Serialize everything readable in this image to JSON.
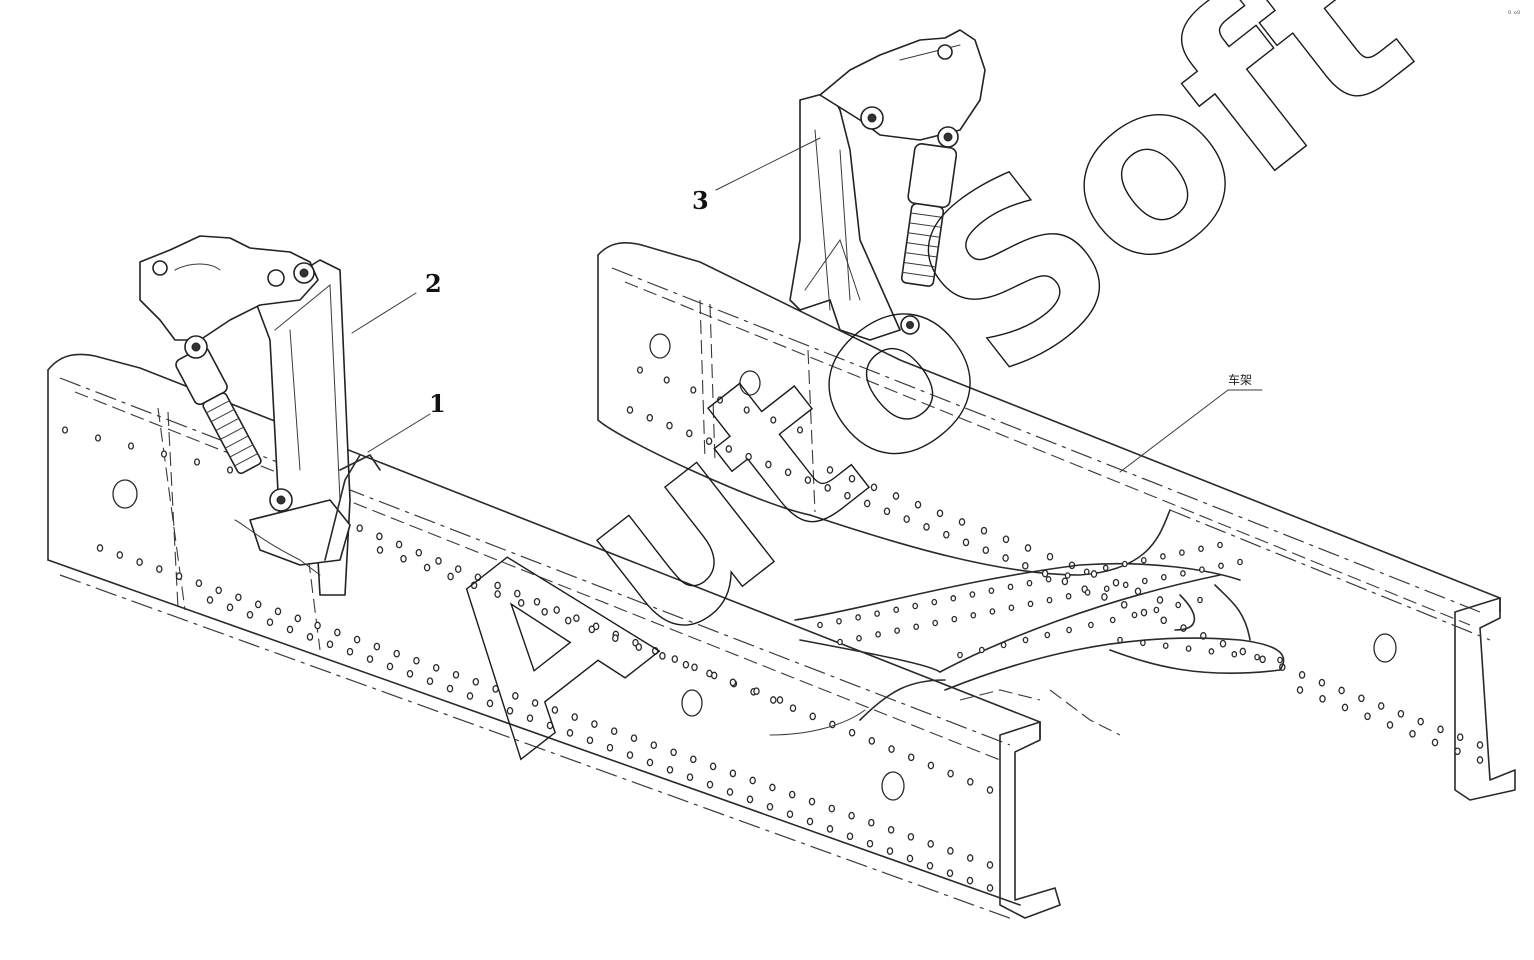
{
  "callouts": {
    "c1": "1",
    "c2": "2",
    "c3": "3"
  },
  "frame_label": "车架",
  "watermark": "AutoSoft",
  "corner_mark": "₀ ₒ₀"
}
